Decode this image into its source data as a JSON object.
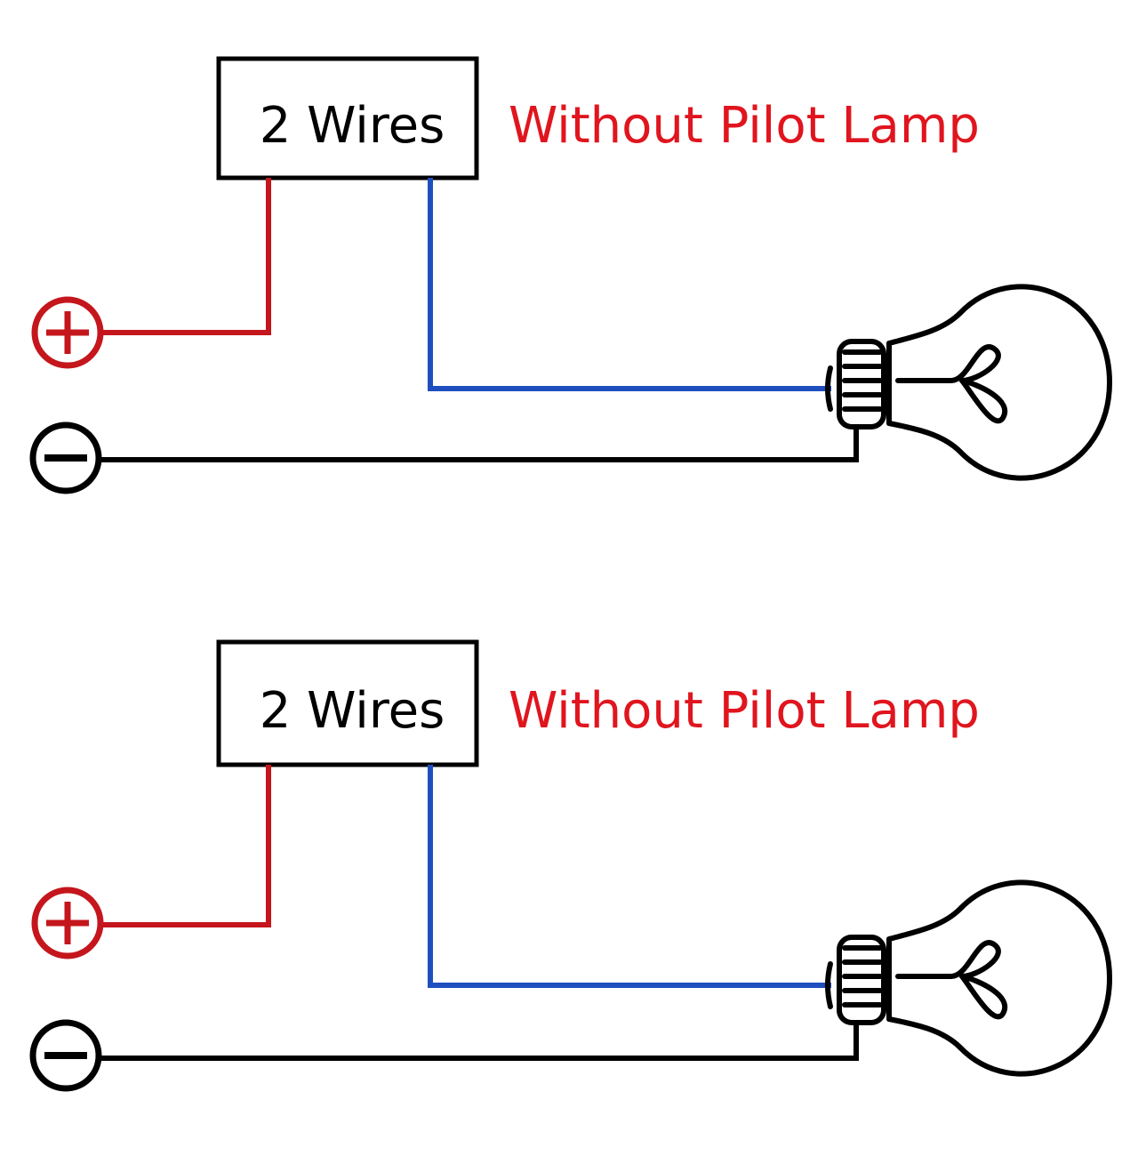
{
  "colors": {
    "positive": "#c4161c",
    "negative": "#000000",
    "switched": "#1f4fbf",
    "title": "#e0151e"
  },
  "diagrams": [
    {
      "box_label": "2 Wires",
      "title": "Without Pilot Lamp"
    },
    {
      "box_label": "2 Wires",
      "title": "Without Pilot Lamp"
    }
  ]
}
